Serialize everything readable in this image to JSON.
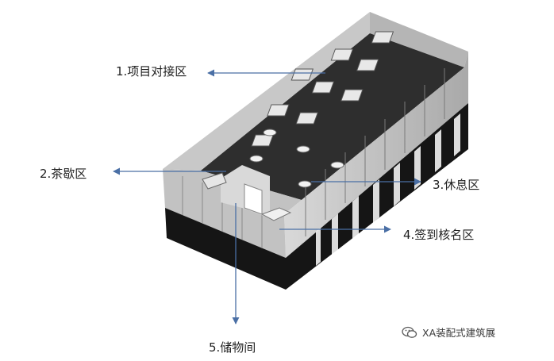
{
  "zones": [
    {
      "number": "1",
      "label": "1.项目对接区"
    },
    {
      "number": "2",
      "label": "2.茶歇区"
    },
    {
      "number": "3",
      "label": "3.休息区"
    },
    {
      "number": "4",
      "label": "4.签到核名区"
    },
    {
      "number": "5",
      "label": "5.储物间"
    }
  ],
  "watermark": {
    "text": "XA装配式建筑展",
    "icon": "wechat-icon"
  },
  "colors": {
    "arrow": "#4a6fa5",
    "floor": "#2e2e2e",
    "wall": "#bfbfbf",
    "base": "#151515"
  }
}
